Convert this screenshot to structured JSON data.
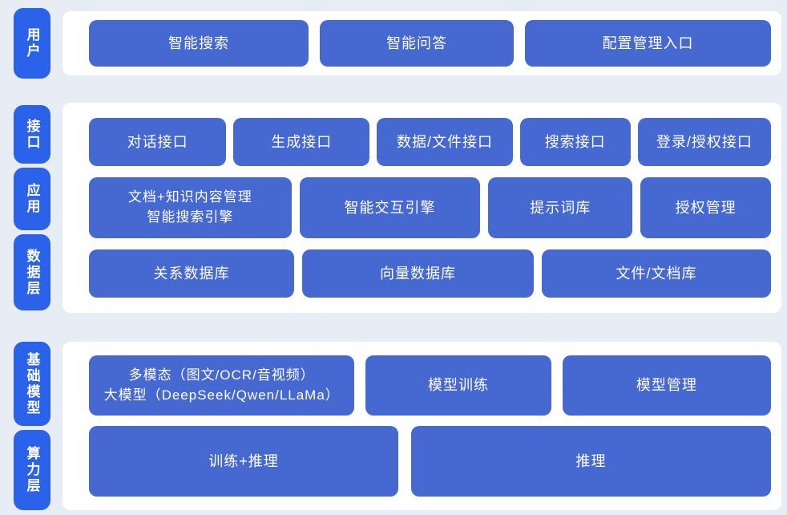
{
  "colors": {
    "page_background": "#e8edf5",
    "panel_background": "#ffffff",
    "box_blue": "#4569d1",
    "layer_label_blue": "#2a63ea",
    "text_white": "#ffffff"
  },
  "layers": {
    "user": {
      "label": "用户",
      "buttons": [
        "智能搜索",
        "智能问答",
        "配置管理入口"
      ]
    },
    "middle": {
      "labels": [
        "接口",
        "应用",
        "数据层"
      ],
      "rows": [
        [
          "对话接口",
          "生成接口",
          "数据/文件接口",
          "搜索接口",
          "登录/授权接口"
        ],
        [
          "文档+知识内容管理\n智能搜索引擎",
          "智能交互引擎",
          "提示词库",
          "授权管理"
        ],
        [
          "关系数据库",
          "向量数据库",
          "文件/文档库"
        ]
      ]
    },
    "bottom": {
      "labels": [
        "基础模型",
        "算力层"
      ],
      "rows": [
        [
          "多模态（图文/OCR/音视频）\n大模型（DeepSeek/Qwen/LLaMa）",
          "模型训练",
          "模型管理"
        ],
        [
          "训练+推理",
          "推理"
        ]
      ]
    }
  }
}
